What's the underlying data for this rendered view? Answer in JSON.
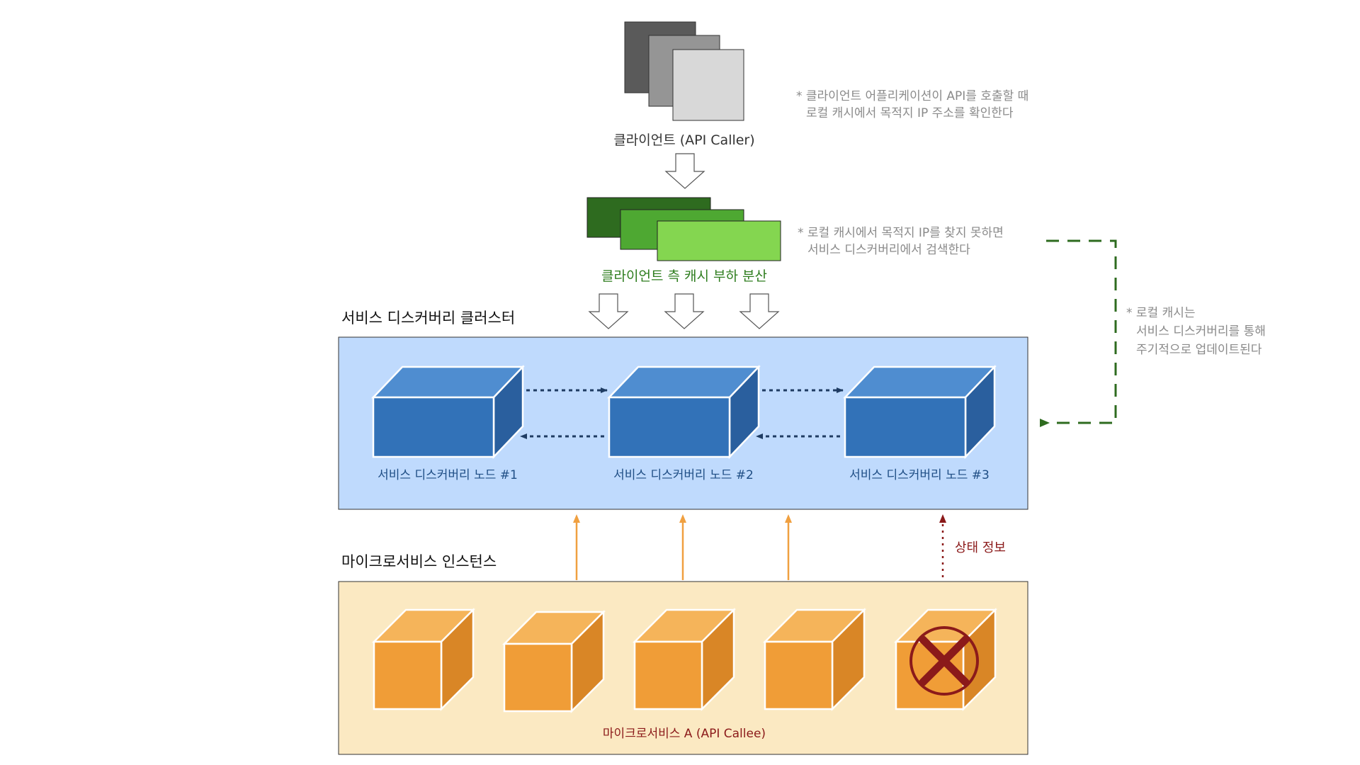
{
  "client": {
    "label": "클라이언트 (API Caller)",
    "note": [
      "* 클라이언트 어플리케이션이 API를 호출할 때",
      "로컬 캐시에서 목적지 IP 주소를 확인한다"
    ]
  },
  "cache": {
    "label": "클라이언트 측 캐시 부하 분산",
    "note": [
      "* 로컬 캐시에서 목적지 IP를 찾지 못하면",
      "서비스 디스커버리에서 검색한다"
    ]
  },
  "update_note": [
    "* 로컬 캐시는",
    "서비스 디스커버리를 통해",
    "주기적으로 업데이트된다"
  ],
  "discovery": {
    "title": "서비스 디스커버리 클러스터",
    "nodes": [
      "서비스 디스커버리 노드 #1",
      "서비스 디스커버리 노드 #2",
      "서비스 디스커버리 노드 #3"
    ]
  },
  "status_label": "상태 정보",
  "microservices": {
    "title": "마이크로서비스 인스턴스",
    "label": "마이크로서비스 A (API Callee)"
  },
  "colors": {
    "client_dark": "#5a5a5a",
    "client_mid": "#959595",
    "client_light": "#d8d8d8",
    "cache_dark": "#2e6b1f",
    "cache_mid": "#4ea832",
    "cache_light": "#84d650",
    "cache_text": "#2e7d1e",
    "discovery_bg": "#bfdafd",
    "node_front": "#3272b8",
    "node_text": "#1f4e85",
    "ms_bg": "#fbe9c2",
    "ms_cube": "#f09d37",
    "ms_arrow": "#f0a040",
    "error": "#8b1a1a",
    "note": "#8a8a8a",
    "green_dash": "#2e6b1f"
  }
}
